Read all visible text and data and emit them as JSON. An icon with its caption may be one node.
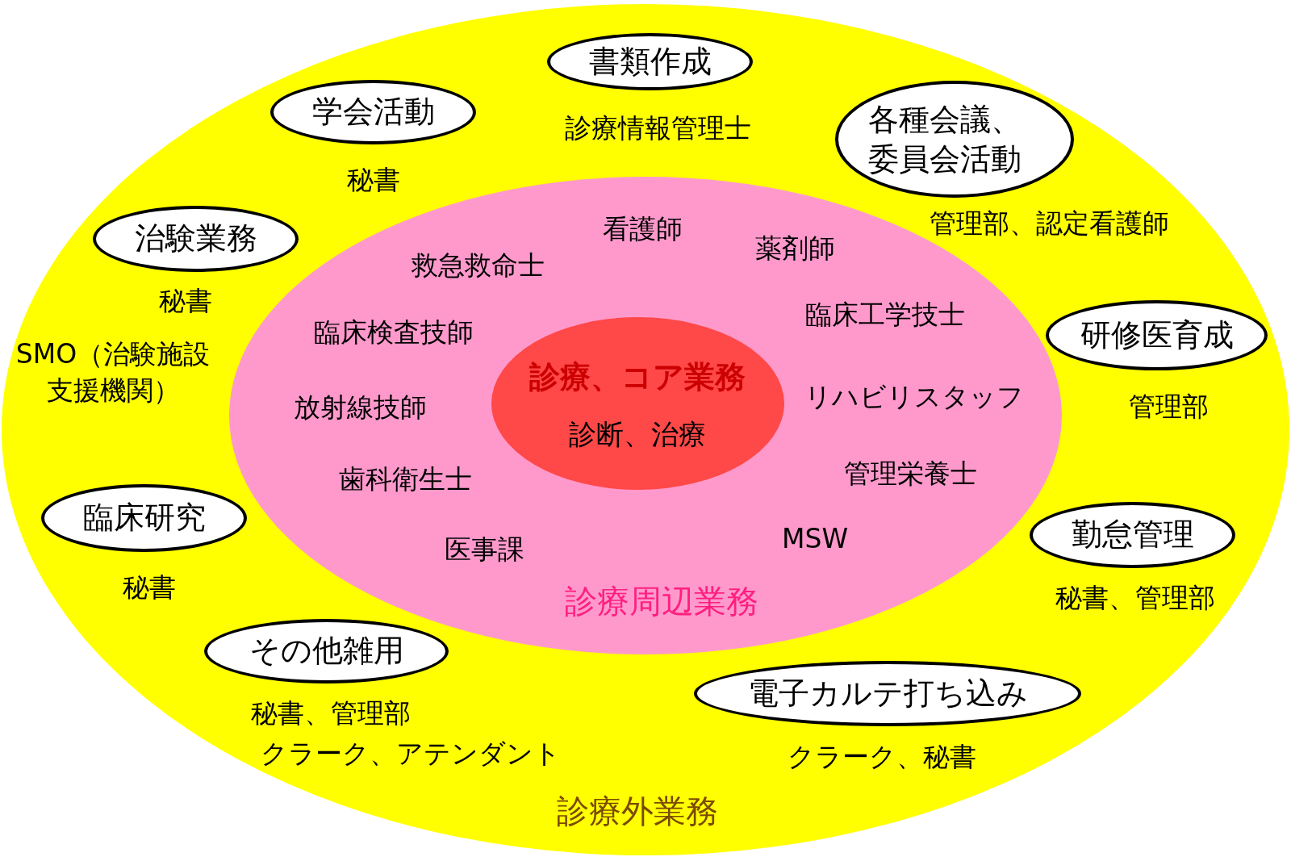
{
  "diagram": {
    "nodes": [
      {
        "text": [
          "診療外業務"
        ]
      },
      {
        "text": [
          "診療周辺業務"
        ],
        "in": 0
      },
      {
        "text": [
          "診療、コア業務",
          "診断、治療"
        ],
        "in": 1
      },
      {
        "text": [
          "書類作成"
        ],
        "in": 0,
        "beside": [
          "診療情報管理士"
        ]
      },
      {
        "text": [
          "学会活動"
        ],
        "in": 0,
        "beside": [
          "秘書"
        ]
      },
      {
        "text": [
          "各種会議、委員会活動"
        ],
        "in": 0,
        "beside": [
          "管理部、認定看護師"
        ]
      },
      {
        "text": [
          "治験業務"
        ],
        "in": 0,
        "beside": [
          "秘書"
        ]
      },
      {
        "text": [
          "研修医育成"
        ],
        "in": 0,
        "beside": [
          "管理部"
        ]
      },
      {
        "text": [
          "臨床研究"
        ],
        "in": 0,
        "beside": [
          "秘書"
        ]
      },
      {
        "text": [
          "勤怠管理"
        ],
        "in": 0,
        "beside": [
          "秘書、管理部"
        ]
      },
      {
        "text": [
          "その他雑用"
        ],
        "in": 0,
        "beside": [
          "秘書、管理部",
          "クラーク、アテンダント"
        ]
      },
      {
        "text": [
          "電子カルテ打ち込み"
        ],
        "in": 0,
        "beside": [
          "クラーク、秘書"
        ]
      }
    ],
    "labels": [
      "看護師",
      "救急救命士",
      "薬剤師",
      "臨床検査技師",
      "臨床工学技士",
      "SMO（治験施設支援機関）",
      "放射線技師",
      "リハビリスタッフ",
      "歯科衛生士",
      "管理栄養士",
      "医事課",
      "MSW"
    ]
  }
}
